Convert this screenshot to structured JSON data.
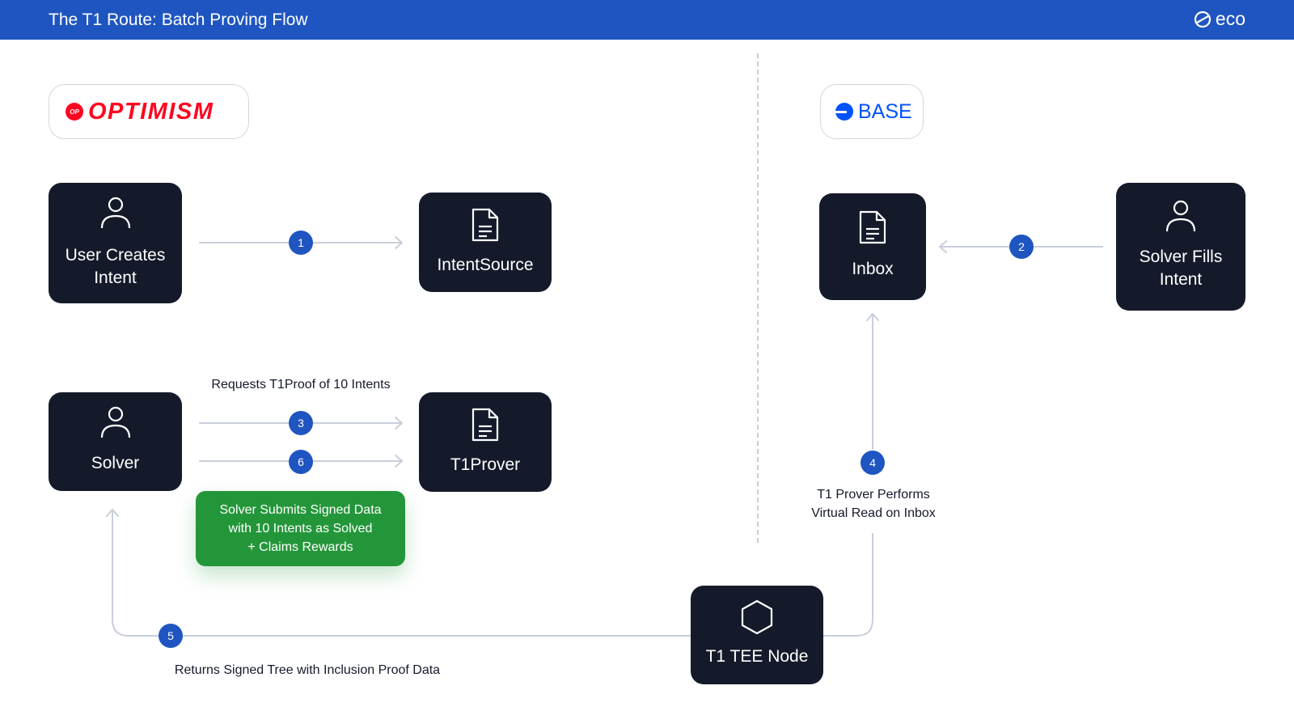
{
  "header": {
    "title": "The T1 Route: Batch Proving Flow",
    "brand": "eco"
  },
  "chains": {
    "optimism": {
      "badge": "OP",
      "name": "OPTIMISM"
    },
    "base": {
      "name": "BASE"
    }
  },
  "nodes": {
    "user": {
      "line1": "User Creates",
      "line2": "Intent"
    },
    "intent_source": {
      "label": "IntentSource"
    },
    "solver": {
      "label": "Solver"
    },
    "t1prover": {
      "label": "T1Prover"
    },
    "inbox": {
      "label": "Inbox"
    },
    "solver_fills": {
      "line1": "Solver Fills",
      "line2": "Intent"
    },
    "tee": {
      "label": "T1 TEE Node"
    }
  },
  "steps": {
    "s1": "1",
    "s2": "2",
    "s3": "3",
    "s4": "4",
    "s5": "5",
    "s6": "6"
  },
  "captions": {
    "request": "Requests T1Proof of 10 Intents",
    "virtual_read_1": "T1 Prover Performs",
    "virtual_read_2": "Virtual Read on Inbox",
    "returns": "Returns Signed Tree with Inclusion Proof Data"
  },
  "green_box": {
    "line1": "Solver Submits Signed Data",
    "line2": "with 10 Intents as Solved",
    "line3": "+ Claims Rewards"
  },
  "colors": {
    "header_bg": "#1f55c0",
    "node_bg": "#151a2b",
    "step_bg": "#1f55c0",
    "connector": "#c9cedb",
    "green_box": "#24963a",
    "optimism_red": "#ff0420",
    "base_blue": "#0052ff"
  }
}
